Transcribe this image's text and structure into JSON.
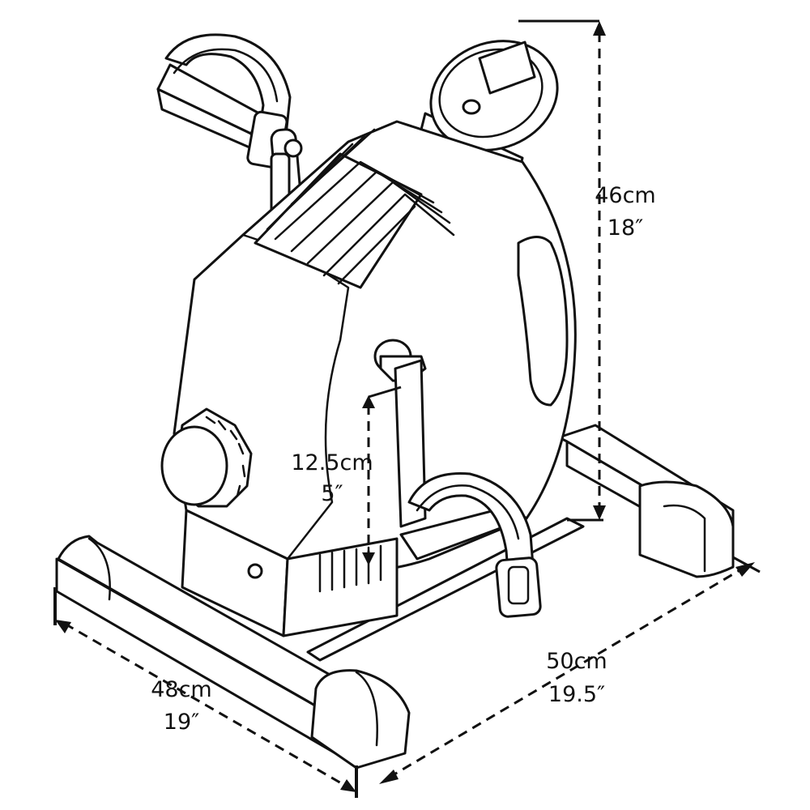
{
  "dimensions": {
    "height": {
      "metric": "46cm",
      "imperial": "18″"
    },
    "crank": {
      "metric": "12.5cm",
      "imperial": "5″"
    },
    "length": {
      "metric": "50cm",
      "imperial": "19.5″"
    },
    "width": {
      "metric": "48cm",
      "imperial": "19″"
    }
  },
  "colors": {
    "line": "#111111",
    "background": "#ffffff"
  }
}
